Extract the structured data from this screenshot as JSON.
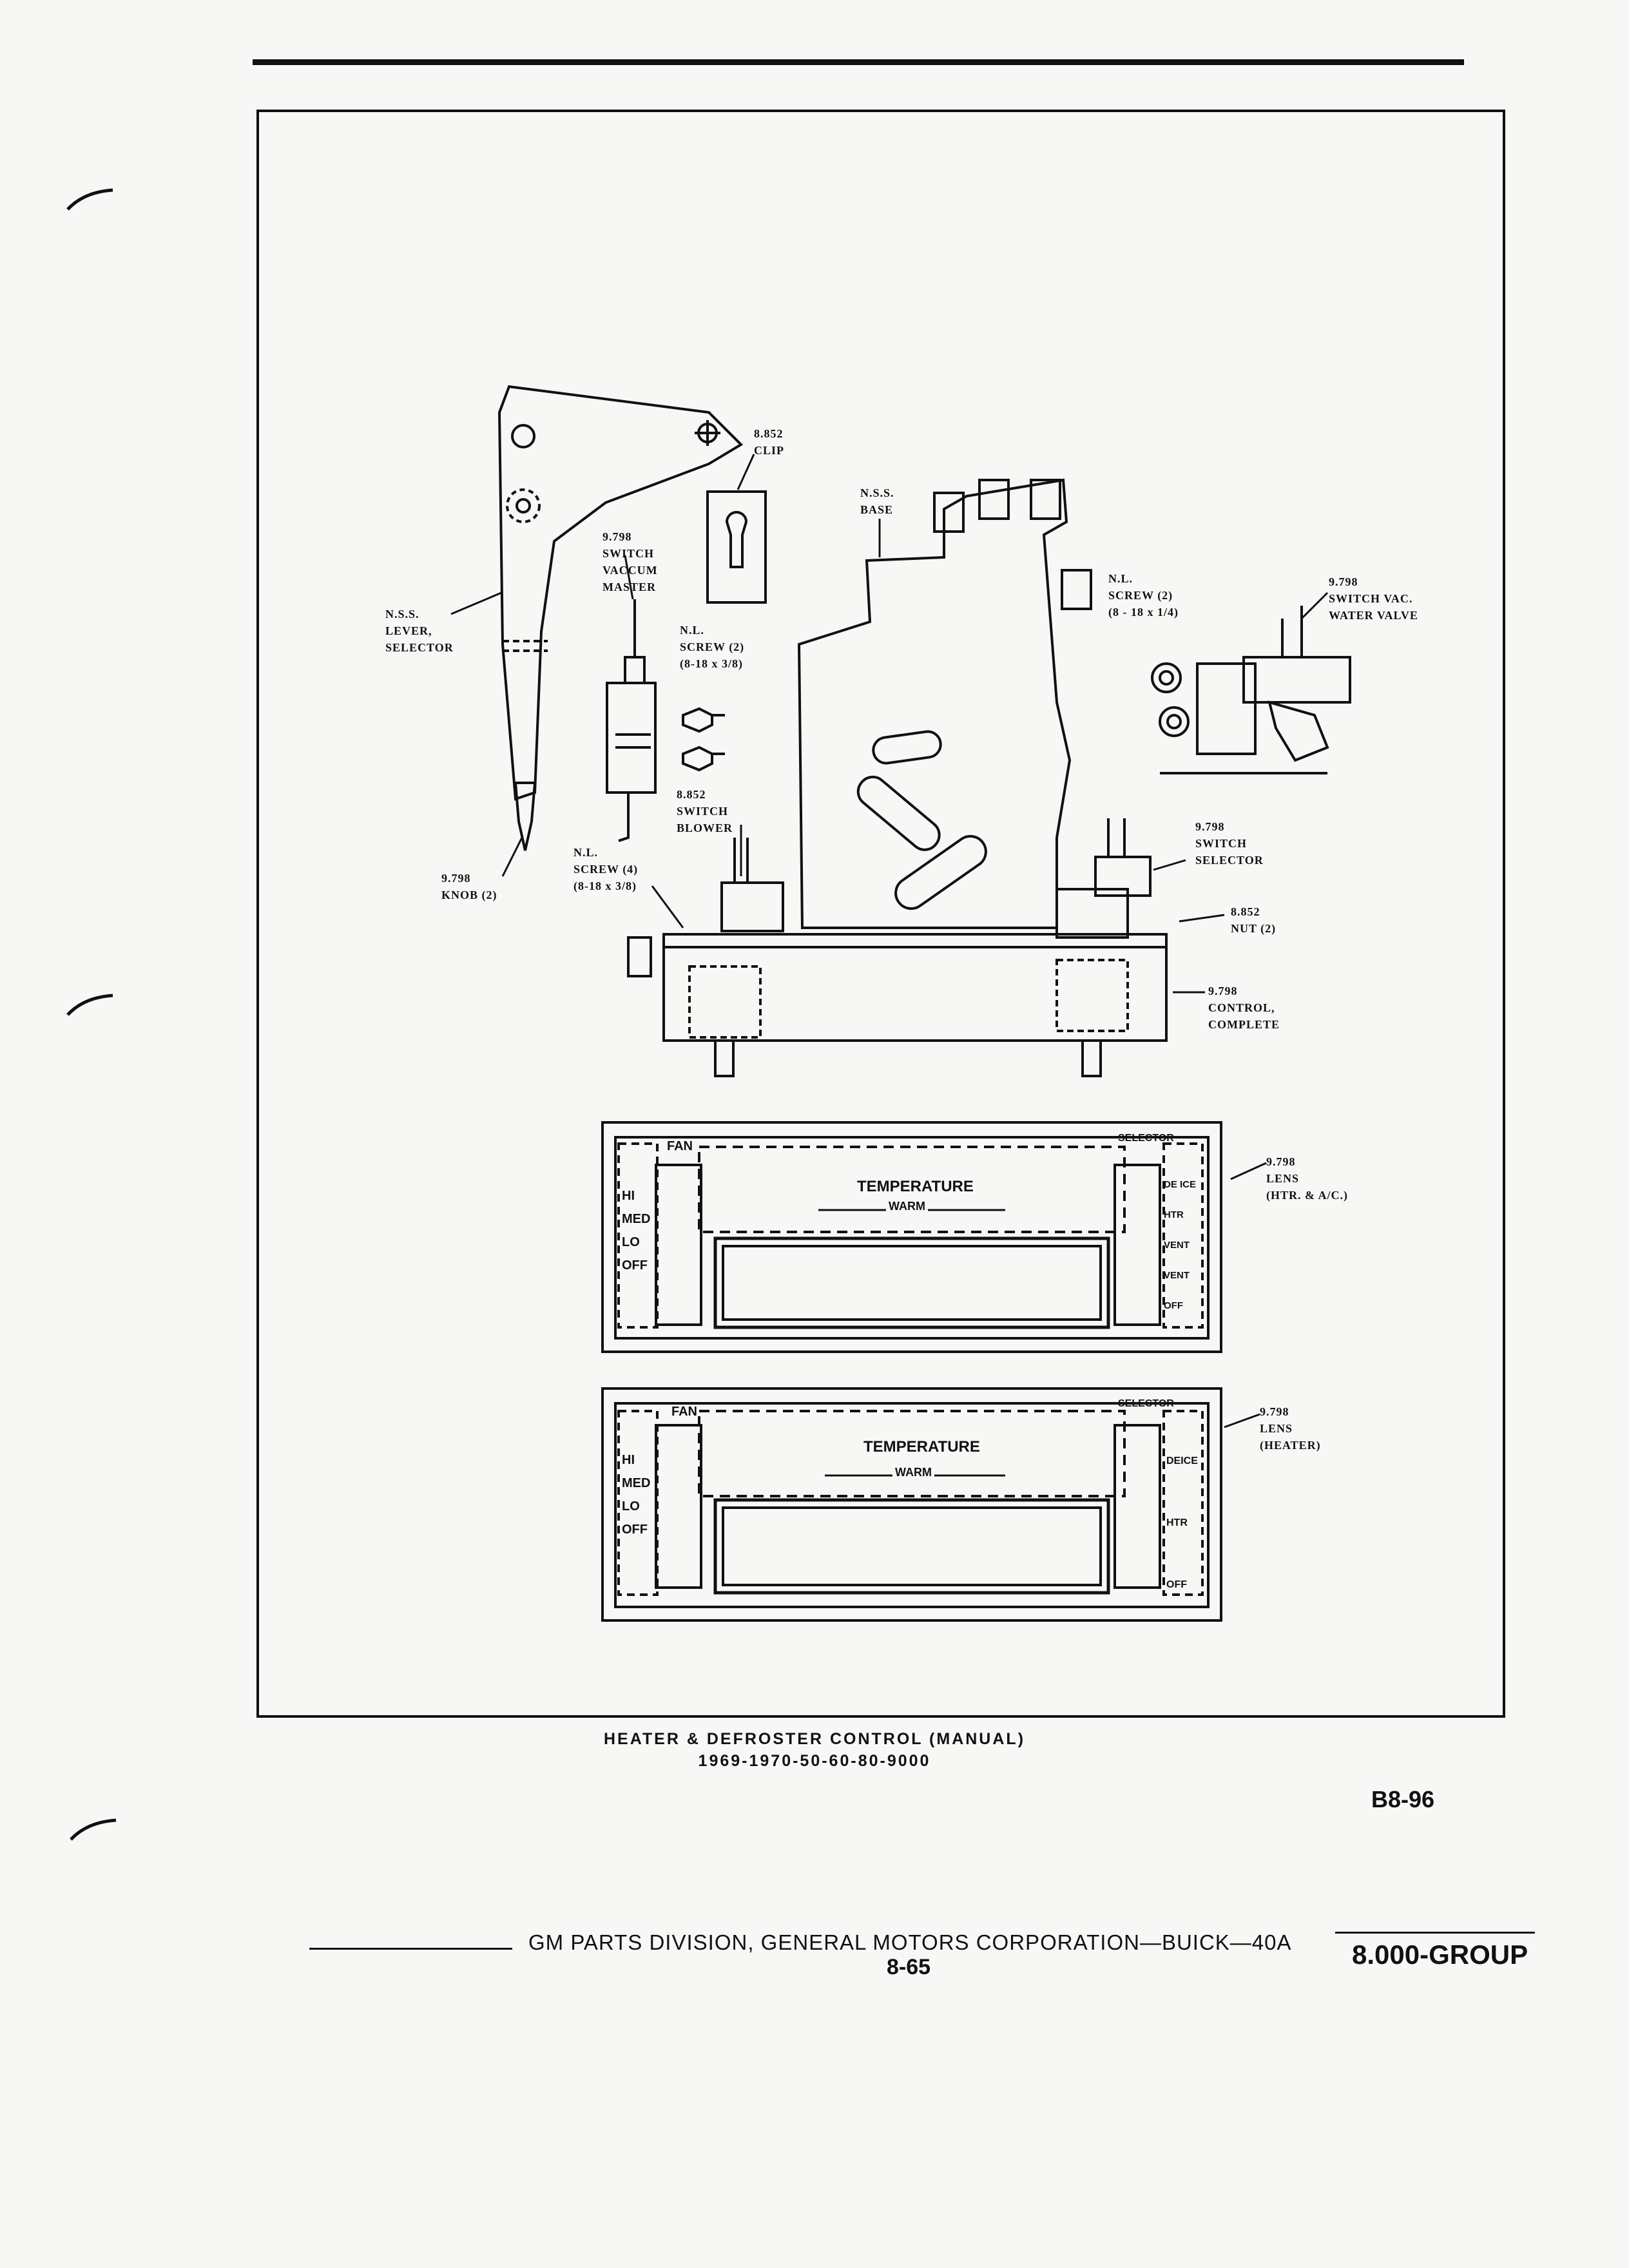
{
  "figure": {
    "part_labels": {
      "clip": [
        "8.852",
        "CLIP"
      ],
      "base": [
        "N.S.S.",
        "BASE"
      ],
      "lever": [
        "N.S.S.",
        "LEVER,",
        "SELECTOR"
      ],
      "switch_vacuum_master": [
        "9.798",
        "SWITCH",
        "VACCUM",
        "MASTER"
      ],
      "screw_small": [
        "N.L.",
        "SCREW (2)",
        "(8-18 x 3/8)"
      ],
      "screw_base": [
        "N.L.",
        "SCREW (2)",
        "(8 - 18 x 1/4)"
      ],
      "switch_vac_water_valve": [
        "9.798",
        "SWITCH VAC.",
        "WATER VALVE"
      ],
      "switch_blower": [
        "8.852",
        "SWITCH",
        "BLOWER"
      ],
      "knob": [
        "9.798",
        "KNOB (2)"
      ],
      "screw_four": [
        "N.L.",
        "SCREW (4)",
        "(8-18 x 3/8)"
      ],
      "switch_selector": [
        "9.798",
        "SWITCH",
        "SELECTOR"
      ],
      "nut": [
        "8.852",
        "NUT (2)"
      ],
      "control_complete": [
        "9.798",
        "CONTROL,",
        "COMPLETE"
      ],
      "lens_htr_ac": [
        "9.798",
        "LENS",
        "(HTR. & A/C.)"
      ],
      "lens_heater": [
        "9.798",
        "LENS",
        "(HEATER)"
      ]
    },
    "lens_ac": {
      "fan": "FAN",
      "fan_positions": [
        "HI",
        "MED",
        "LO",
        "OFF"
      ],
      "temperature": "TEMPERATURE",
      "warm": "WARM",
      "selector": "SELECTOR",
      "selector_positions": [
        "DE ICE",
        "HTR",
        "VENT",
        "VENT",
        "OFF"
      ]
    },
    "lens_heater_panel": {
      "fan": "FAN",
      "fan_positions": [
        "HI",
        "MED",
        "LO",
        "OFF"
      ],
      "temperature": "TEMPERATURE",
      "warm": "WARM",
      "selector": "SELECTOR",
      "selector_positions": [
        "DEICE",
        "HTR",
        "OFF"
      ]
    }
  },
  "caption": {
    "line1": "HEATER & DEFROSTER CONTROL (MANUAL)",
    "line2": "1969-1970-50-60-80-9000"
  },
  "figure_code": "B8-96",
  "footer": {
    "text": "GM PARTS DIVISION, GENERAL MOTORS CORPORATION—BUICK—40A",
    "page": "8-65",
    "group": "8.000-GROUP"
  }
}
